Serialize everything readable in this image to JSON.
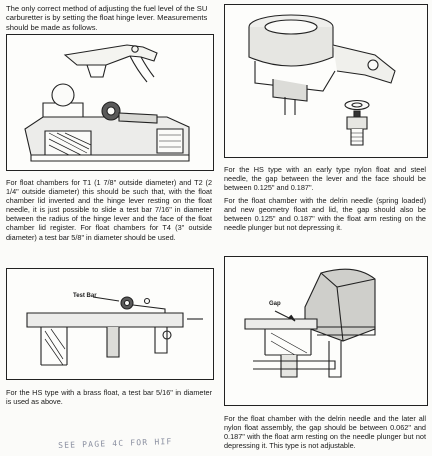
{
  "intro_text": "The only correct method of adjusting the fuel level of the SU carburetter is by setting the float hinge lever. Measurements should be made as follows.",
  "paragraphs": {
    "t1_t2_t4": "For float chambers for T1 (1 7/8\" outside diameter) and T2 (2 1/4\" outside diameter) this should be such that, with the float chamber lid inverted and the hinge lever resting on the float needle, it is just possible to slide a test bar 7/16\" in diameter between the radius of the hinge lever and the face of the float chamber lid register. For float chambers for T4 (3\" outside diameter) a test bar 5/8\" in diameter should be used.",
    "hs_nylon_early": "For the HS type with an early type nylon float and steel needle, the gap between the lever and the face should be between 0.125\" and 0.187\".",
    "delrin_spring": "For the float chamber with the delrin needle (spring loaded) and new geometry float and lid, the gap should also be between 0.125\" and 0.187\" with the float arm resting on the needle plunger but not depressing it.",
    "hs_brass": "For the HS type with a brass float, a test bar 5/16\" in diameter is used as above.",
    "delrin_later": "For the float chamber with the delrin needle and the later all nylon float assembly, the gap should be between 0.062\" and 0.187\" with the float arm resting on the needle plunger but not depressing it. This type is not adjustable."
  },
  "figure_labels": {
    "test_bar": "Test Bar",
    "gap": "Gap"
  },
  "handwritten_note": "SEE PAGE 4C FOR HIF"
}
